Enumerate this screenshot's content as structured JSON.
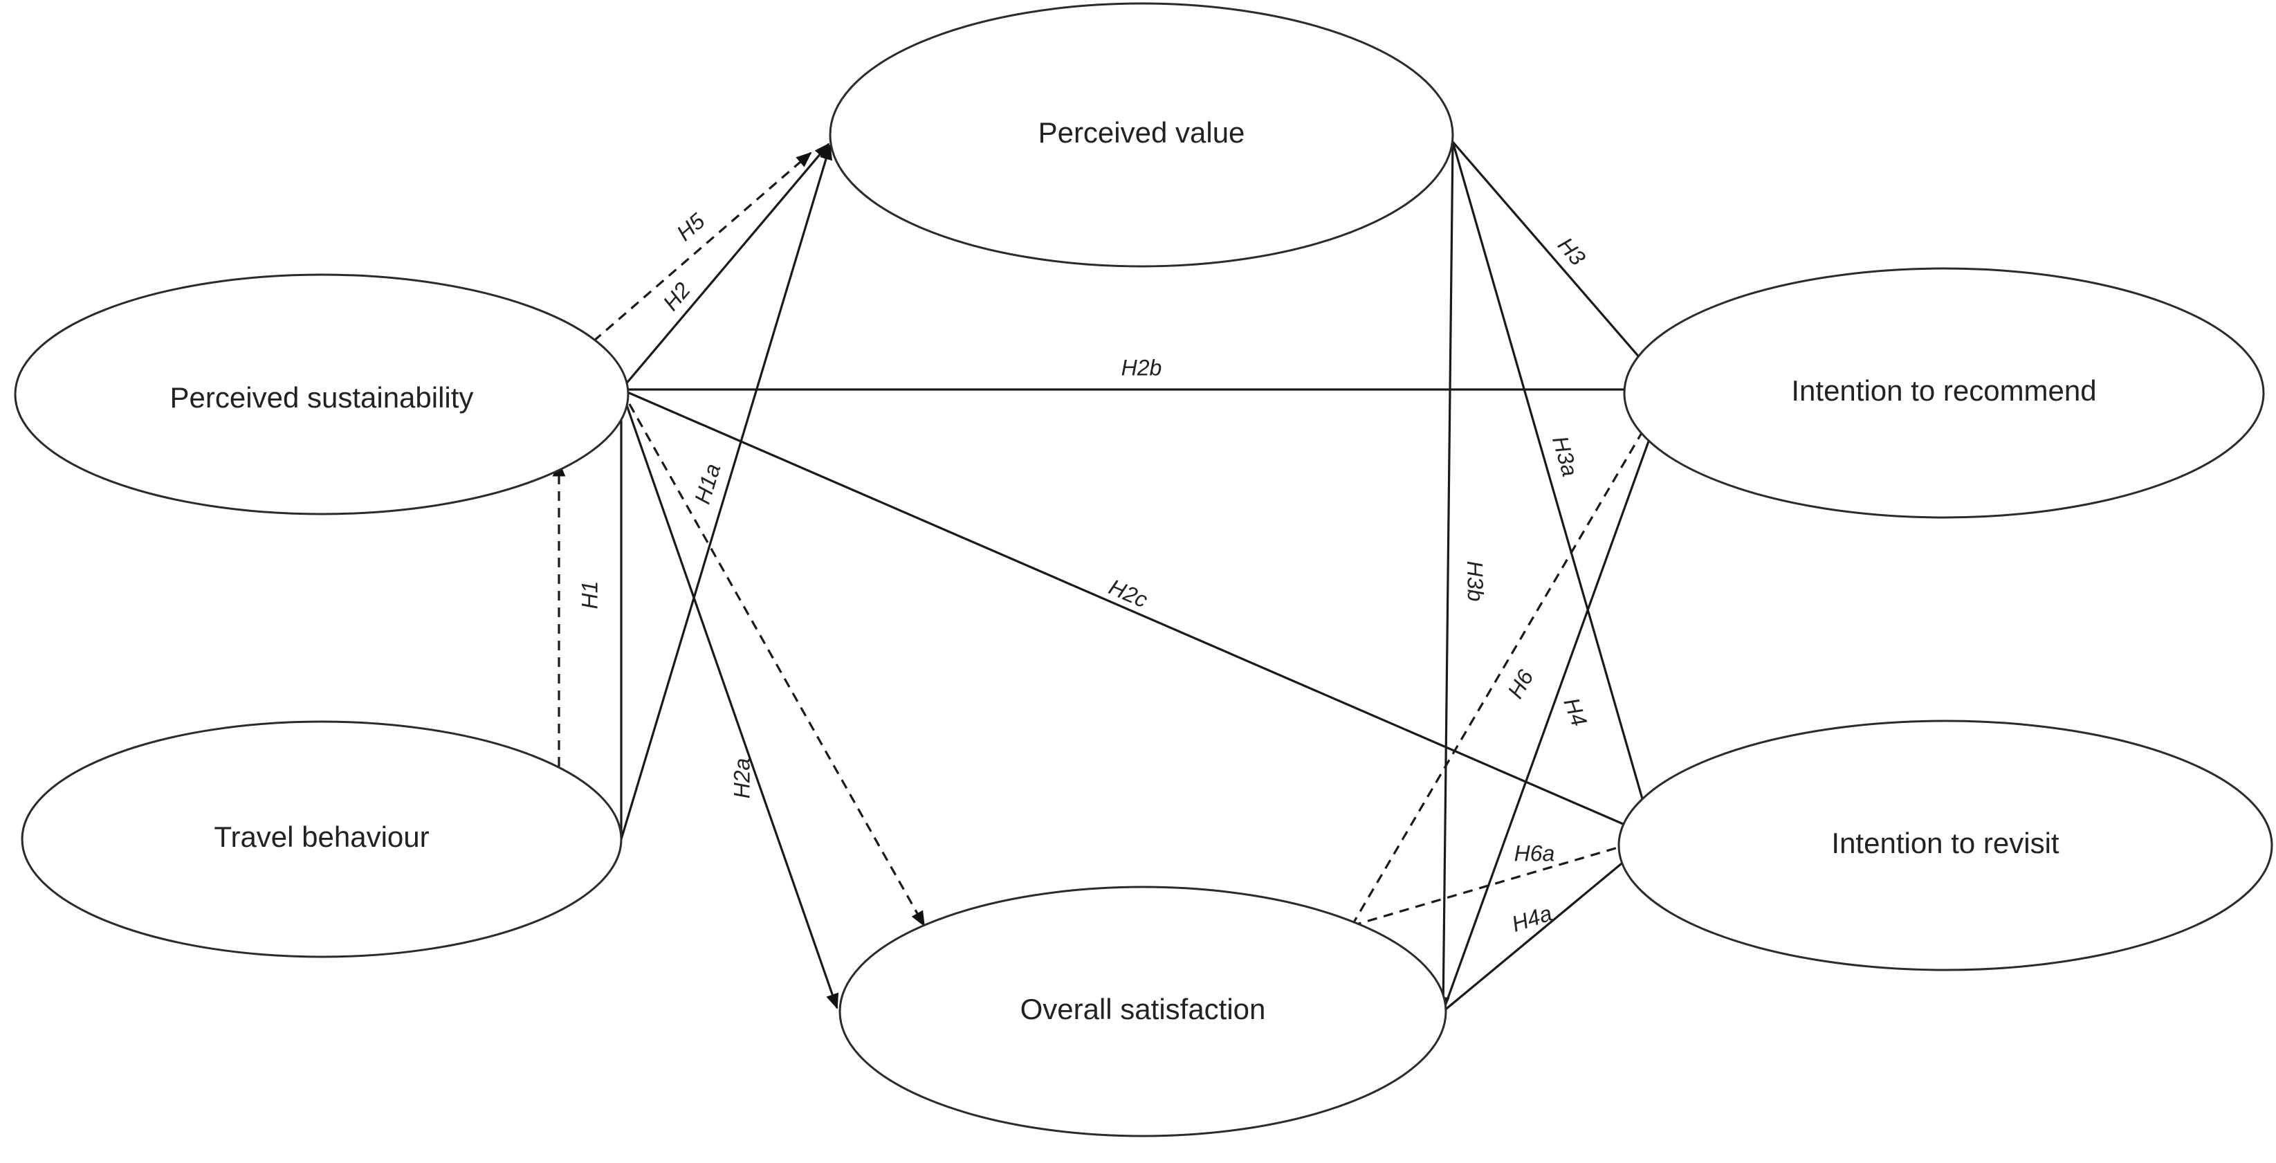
{
  "nodes": {
    "perceived_value": "Perceived value",
    "perceived_sustainability": "Perceived sustainability",
    "travel_behaviour": "Travel behaviour",
    "overall_satisfaction": "Overall satisfaction",
    "intention_to_recommend": "Intention to recommend",
    "intention_to_revisit": "Intention to revisit"
  },
  "edges": [
    {
      "id": "H1",
      "label": "H1",
      "from": "travel_behaviour",
      "to": "perceived_sustainability",
      "style": "dashed"
    },
    {
      "id": "H1-solid",
      "label": "",
      "from": "travel_behaviour",
      "to": "perceived_sustainability",
      "style": "solid"
    },
    {
      "id": "H1a",
      "label": "H1a",
      "from": "travel_behaviour",
      "to": "perceived_value",
      "style": "solid"
    },
    {
      "id": "H5",
      "label": "H5",
      "from": "perceived_sustainability",
      "to": "perceived_value",
      "style": "dashed"
    },
    {
      "id": "H2",
      "label": "H2",
      "from": "perceived_sustainability",
      "to": "perceived_value",
      "style": "solid"
    },
    {
      "id": "H2b",
      "label": "H2b",
      "from": "perceived_sustainability",
      "to": "intention_to_recommend",
      "style": "solid"
    },
    {
      "id": "H2c",
      "label": "H2c",
      "from": "perceived_sustainability",
      "to": "intention_to_revisit",
      "style": "solid"
    },
    {
      "id": "H2a",
      "label": "H2a",
      "from": "perceived_sustainability",
      "to": "overall_satisfaction",
      "style": "solid"
    },
    {
      "id": "H5-sat",
      "label": "",
      "from": "perceived_sustainability",
      "to": "overall_satisfaction",
      "style": "dashed"
    },
    {
      "id": "H3",
      "label": "H3",
      "from": "perceived_value",
      "to": "intention_to_recommend",
      "style": "solid"
    },
    {
      "id": "H3a",
      "label": "H3a",
      "from": "perceived_value",
      "to": "intention_to_revisit",
      "style": "solid"
    },
    {
      "id": "H3b",
      "label": "H3b",
      "from": "perceived_value",
      "to": "overall_satisfaction",
      "style": "solid"
    },
    {
      "id": "H4",
      "label": "H4",
      "from": "overall_satisfaction",
      "to": "intention_to_recommend",
      "style": "solid"
    },
    {
      "id": "H4a",
      "label": "H4a",
      "from": "overall_satisfaction",
      "to": "intention_to_revisit",
      "style": "solid"
    },
    {
      "id": "H6",
      "label": "H6",
      "from": "overall_satisfaction",
      "to": "intention_to_recommend",
      "style": "dashed"
    },
    {
      "id": "H6a",
      "label": "H6a",
      "from": "overall_satisfaction",
      "to": "intention_to_revisit",
      "style": "dashed"
    }
  ]
}
